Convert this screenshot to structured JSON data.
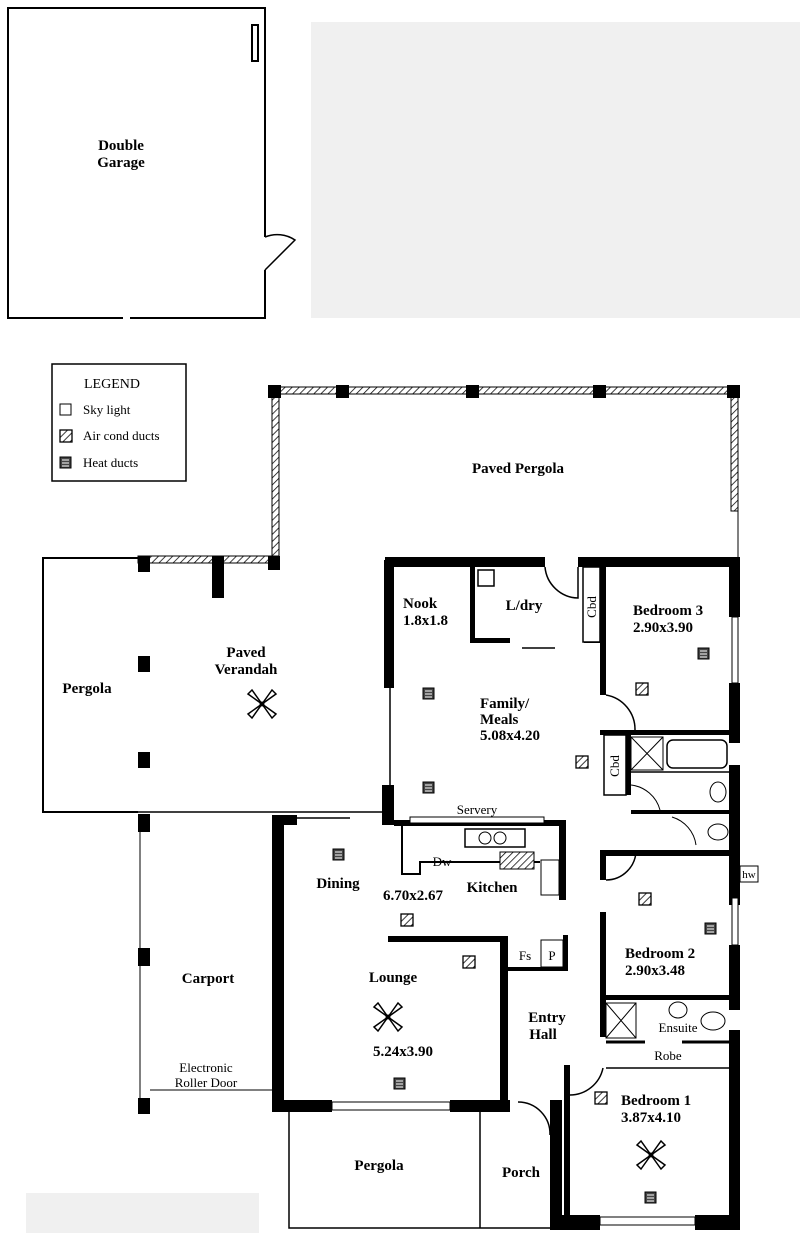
{
  "legend": {
    "title": "LEGEND",
    "items": [
      {
        "label": "Sky light",
        "icon": "sky-light-icon"
      },
      {
        "label": "Air cond ducts",
        "icon": "air-cond-duct-icon"
      },
      {
        "label": "Heat ducts",
        "icon": "heat-duct-icon"
      }
    ]
  },
  "rooms": {
    "garage": [
      "Double",
      "Garage"
    ],
    "paved_pergola": "Paved Pergola",
    "pergola_left": "Pergola",
    "verandah": [
      "Paved",
      "Verandah"
    ],
    "nook": [
      "Nook",
      "1.8x1.8"
    ],
    "laundry": "L/dry",
    "cbd1": "Cbd",
    "cbd2": "Cbd",
    "bedroom3": [
      "Bedroom 3",
      "2.90x3.90"
    ],
    "family": [
      "Family/",
      "Meals",
      "5.08x4.20"
    ],
    "servery": "Servery",
    "dw": "Dw",
    "dining": "Dining",
    "kitchen_dim": "6.70x2.67",
    "kitchen": "Kitchen",
    "hw": "hw",
    "bedroom2": [
      "Bedroom 2",
      "2.90x3.48"
    ],
    "fs": "Fs",
    "pantry": "P",
    "carport": "Carport",
    "roller_door": [
      "Electronic",
      "Roller Door"
    ],
    "lounge": [
      "Lounge",
      "5.24x3.90"
    ],
    "entry": [
      "Entry",
      "Hall"
    ],
    "ensuite": "Ensuite",
    "robe": "Robe",
    "bedroom1": [
      "Bedroom 1",
      "3.87x4.10"
    ],
    "pergola_front": "Pergola",
    "porch": "Porch"
  },
  "colors": {
    "wall": "#000000",
    "placeholder": "#f0f0f0"
  }
}
